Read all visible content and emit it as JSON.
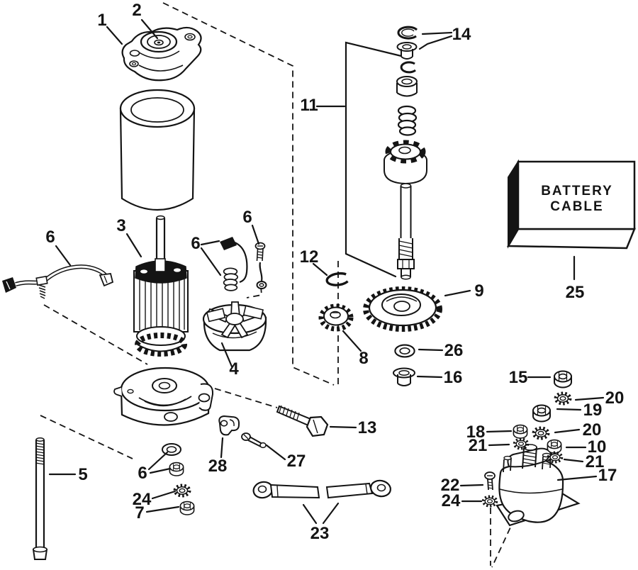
{
  "diagram": {
    "battery_box": {
      "line1": "BATTERY",
      "line2": "CABLE"
    },
    "callouts": [
      {
        "id": "endcap",
        "text": "1"
      },
      {
        "id": "bushing-top",
        "text": "2"
      },
      {
        "id": "armature",
        "text": "3"
      },
      {
        "id": "negative-lead",
        "text": "6"
      },
      {
        "id": "brush-set",
        "text": "6"
      },
      {
        "id": "brush-screw",
        "text": "6"
      },
      {
        "id": "drive-assembly",
        "text": "11"
      },
      {
        "id": "washer-bushing-set",
        "text": "14"
      },
      {
        "id": "retaining-ring",
        "text": "12"
      },
      {
        "id": "brush-plate",
        "text": "4"
      },
      {
        "id": "pinion-gear",
        "text": "8"
      },
      {
        "id": "drive-gear",
        "text": "9"
      },
      {
        "id": "thrust-washer",
        "text": "26"
      },
      {
        "id": "lower-bushing",
        "text": "16"
      },
      {
        "id": "battery-cable",
        "text": "25"
      },
      {
        "id": "nut-15",
        "text": "15"
      },
      {
        "id": "lockwasher-20a",
        "text": "20"
      },
      {
        "id": "nut-19",
        "text": "19"
      },
      {
        "id": "nut-18",
        "text": "18"
      },
      {
        "id": "lockwasher-20b",
        "text": "20"
      },
      {
        "id": "lockwasher-21a",
        "text": "21"
      },
      {
        "id": "nut-10",
        "text": "10"
      },
      {
        "id": "lockwasher-21b",
        "text": "21"
      },
      {
        "id": "solenoid",
        "text": "17"
      },
      {
        "id": "through-bolt",
        "text": "5"
      },
      {
        "id": "washer-nut-set",
        "text": "6"
      },
      {
        "id": "lockwasher-24a",
        "text": "24"
      },
      {
        "id": "nut-7",
        "text": "7"
      },
      {
        "id": "clamp",
        "text": "28"
      },
      {
        "id": "screw-27",
        "text": "27"
      },
      {
        "id": "mount-bolt",
        "text": "13"
      },
      {
        "id": "cable-links",
        "text": "23"
      },
      {
        "id": "screw-22",
        "text": "22"
      },
      {
        "id": "lockwasher-24b",
        "text": "24"
      }
    ]
  }
}
